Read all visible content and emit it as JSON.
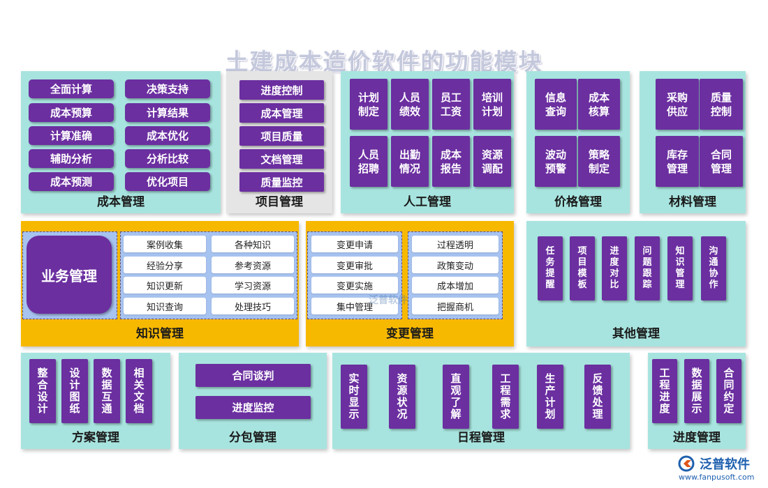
{
  "title": "土建成本造价软件的功能模块",
  "panels": {
    "cost": {
      "label": "成本管理",
      "items": [
        "全面计算",
        "决策支持",
        "成本预算",
        "计算结果",
        "计算准确",
        "成本优化",
        "辅助分析",
        "分析比较",
        "成本预测",
        "优化项目"
      ]
    },
    "project": {
      "label": "项目管理",
      "items": [
        "进度控制",
        "成本管理",
        "项目质量",
        "文档管理",
        "质量监控"
      ]
    },
    "labor": {
      "label": "人工管理",
      "items": [
        "计划\n制定",
        "人员\n绩效",
        "员工\n工资",
        "培训\n计划",
        "人员\n招聘",
        "出勤\n情况",
        "成本\n报告",
        "资源\n调配"
      ]
    },
    "price": {
      "label": "价格管理",
      "items": [
        "信息\n查询",
        "成本\n核算",
        "波动\n预警",
        "策略\n制定"
      ]
    },
    "material": {
      "label": "材料管理",
      "items": [
        "采购\n供应",
        "质量\n控制",
        "库存\n管理",
        "合同\n管理"
      ]
    },
    "knowledge": {
      "label": "知识管理",
      "big": "业务管理",
      "items": [
        "案例收集",
        "各种知识",
        "经验分享",
        "参考资源",
        "知识更新",
        "学习资源",
        "知识查询",
        "处理技巧"
      ]
    },
    "change": {
      "label": "变更管理",
      "left": [
        "变更申请",
        "变更审批",
        "变更实施",
        "集中管理"
      ],
      "right": [
        "过程透明",
        "政策变动",
        "成本增加",
        "把握商机"
      ]
    },
    "other": {
      "label": "其他管理",
      "items": [
        "任\n务\n提\n醒",
        "项\n目\n模\n板",
        "进\n度\n对\n比",
        "问\n题\n跟\n踪",
        "知\n识\n管\n理",
        "沟\n通\n协\n作"
      ]
    },
    "plan": {
      "label": "方案管理",
      "items": [
        "整\n合\n设\n计",
        "设\n计\n图\n纸",
        "数\n据\n互\n通",
        "相\n关\n文\n档"
      ]
    },
    "subcontract": {
      "label": "分包管理",
      "items": [
        "合同谈判",
        "进度监控"
      ]
    },
    "schedule": {
      "label": "日程管理",
      "items": [
        "实\n时\n显\n示",
        "资\n源\n状\n况",
        "直\n观\n了\n解",
        "工\n程\n需\n求",
        "生\n产\n计\n划",
        "反\n馈\n处\n理"
      ]
    },
    "progress": {
      "label": "进度管理",
      "items": [
        "工\n程\n进\n度",
        "数\n据\n展\n示",
        "合\n同\n约\n定"
      ]
    }
  },
  "watermark": "泛普软件",
  "logo": {
    "name": "泛普软件",
    "url": "www.fanpusoft.com",
    "icon": "fanpu-logo-icon"
  },
  "colors": {
    "teal_panel": "#a8e4df",
    "grey_panel": "#e5e5e5",
    "orange_panel": "#f7b800",
    "purple_pill": "#6b2fa0",
    "blue_box": "#a7c3f0"
  }
}
